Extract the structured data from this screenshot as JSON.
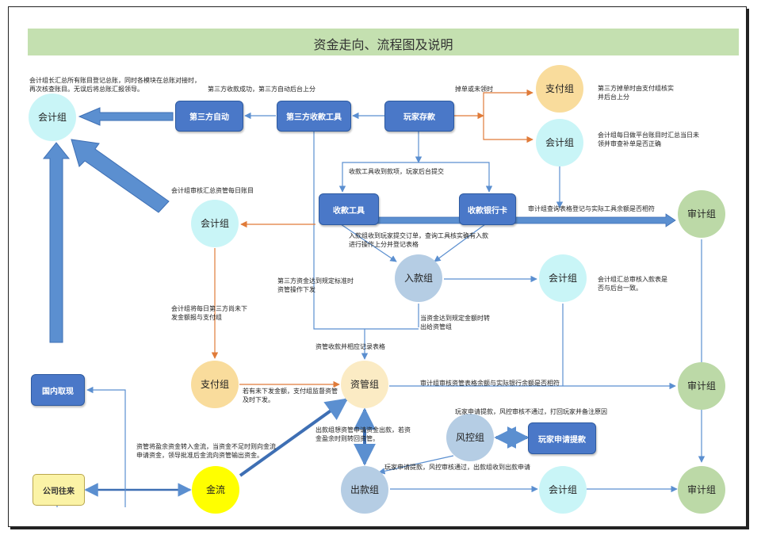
{
  "title": "资金走向、流程图及说明",
  "boxes": {
    "third_auto": "第三方自动",
    "third_tool": "第三方收款工具",
    "player_deposit": "玩家存款",
    "collect_tool": "收款工具",
    "collect_card": "收款银行卡",
    "internal_withdraw": "国内取现",
    "company": "公司往来",
    "player_withdraw_req": "玩家申请提款"
  },
  "circles": {
    "acct_topleft": "会计组",
    "pay_top": "支付组",
    "acct_top": "会计组",
    "acct_mid": "会计组",
    "audit_top": "审计组",
    "income": "入款组",
    "acct_income": "会计组",
    "pay_left": "支付组",
    "treasury": "资管组",
    "audit_mid": "审计组",
    "risk": "风控组",
    "gold_flow": "金流",
    "payout": "出款组",
    "acct_bottom": "会计组",
    "audit_bottom": "审计组"
  },
  "notes": {
    "n_acct_leader": "会计组长汇总所有账目登记总账，同时各模块在总账对接时，再次核查账目。无误后将总账汇报领导。",
    "n_third_success": "第三方收款成功，第三方自动后台上分",
    "n_drop_order": "掉单或未领时",
    "n_third_drop": "第三方掉单时由支付组核实并后台上分",
    "n_acct_daily": "会计组每日做平台账目时汇总当日未领并审查补单是否正确",
    "n_tool_received": "收款工具收到款项，玩家后台提交",
    "n_acct_review": "会计组审核汇总资管每日账目",
    "n_audit_check": "审计组查询表格登记与实际工具余额是否相符",
    "n_income_confirm": "入款组收到玩家提交订单，查询工具核实确有入款进行操作上分并登记表格",
    "n_acct_sum": "会计组汇总审核入款表是否与后台一致。",
    "n_third_reach": "第三方资金达到规定标准时资管操作下发",
    "n_acct_daily_third": "会计组将每日第三方尚未下发金额报与支付组",
    "n_reach_limit": "当资金达到规定金额时转出给资管组",
    "n_treasury_record": "资管收款并相应记录表格",
    "n_audit_treasury": "审计组审核资管表格余额与实际银行余额是否相符",
    "n_pay_supervise": "若有未下发金额，支付组监督资管及时下发。",
    "n_player_reject": "玩家申请提款，风控审核不通过，打回玩家并备注原因",
    "n_payout_apply": "出款组想资管申请资金出款，若资金盈余时则转回资管。",
    "n_treasury_gold": "资管将盈余资金转入金流，当资金不足时则向金流申请资金，领导批准后金流向资管输出资金。",
    "n_risk_pass": "玩家申请提款，风控审核通过，出款组收到出款申请"
  },
  "colors": {
    "rect_blue": "#4a78c8",
    "arrow_blue": "#5b8fd0",
    "arrow_orange": "#e07b39",
    "title_green": "#c4e0b0"
  }
}
